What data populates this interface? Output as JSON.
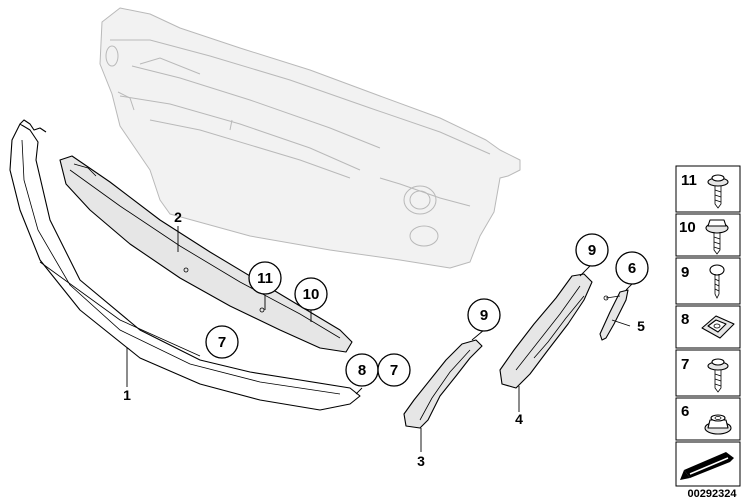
{
  "diagram_id": "00292324",
  "labels": {
    "l1": "1",
    "l2": "2",
    "l3": "3",
    "l4": "4",
    "l5": "5"
  },
  "callouts": {
    "c11": "11",
    "c10": "10",
    "c7a": "7",
    "c8": "8",
    "c7b": "7",
    "c9a": "9",
    "c9b": "9",
    "c6": "6"
  },
  "legend": [
    {
      "number": "11",
      "icon": "screw-with-washer-icon"
    },
    {
      "number": "10",
      "icon": "hex-collar-screw-icon"
    },
    {
      "number": "9",
      "icon": "self-tapping-screw-icon"
    },
    {
      "number": "8",
      "icon": "clip-nut-icon"
    },
    {
      "number": "7",
      "icon": "flange-screw-icon"
    },
    {
      "number": "6",
      "icon": "grommet-nut-icon"
    }
  ],
  "colors": {
    "line": "#000000",
    "bumper_outline": "#b9b9b9",
    "shading": "#e6e6e6"
  }
}
